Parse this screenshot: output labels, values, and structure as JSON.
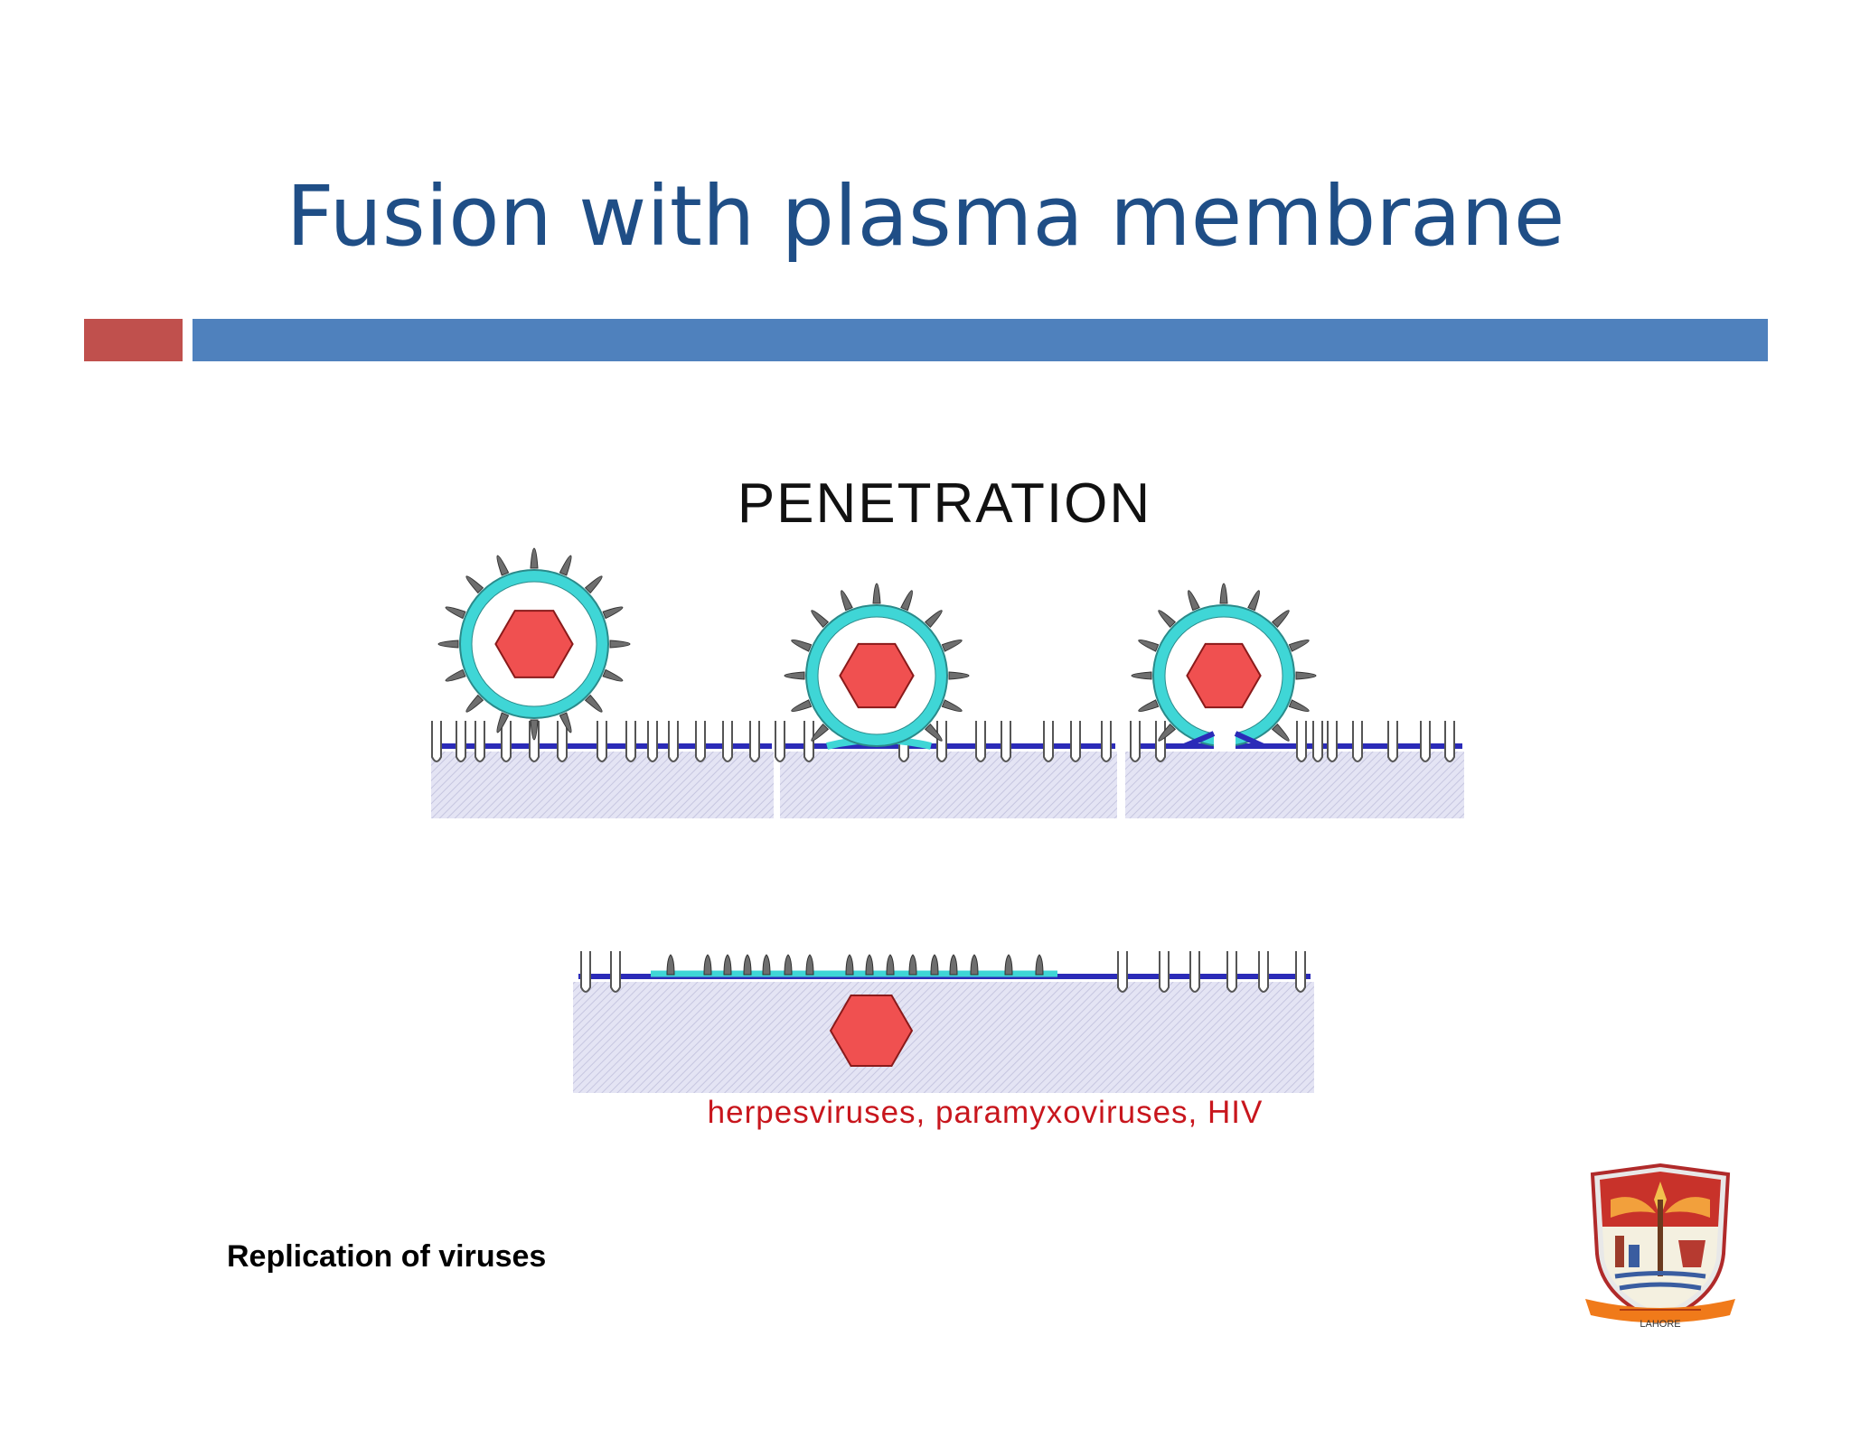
{
  "slide": {
    "title": "Fusion with plasma membrane",
    "footer": "Replication of viruses"
  },
  "diagram": {
    "title": "PENETRATION",
    "caption": "herpesviruses, paramyxoviruses, HIV",
    "panels": [
      "virion approaching receptors on cell surface",
      "envelope fusing with plasma membrane",
      "fusion pore opening",
      "nucleocapsid released into cytoplasm"
    ]
  },
  "logo": {
    "icon": "college-crest-icon",
    "caption": "LAHORE"
  },
  "colors": {
    "title": "#1f4e86",
    "accent_red": "#c0504d",
    "accent_blue": "#4f81bd",
    "capsid": "#f05050",
    "envelope": "#3fd6d6",
    "membrane": "#2b2bb8",
    "cytoplasm": "#dcdcf0",
    "spike": "#6e6e6e",
    "caption": "#c8161d"
  }
}
